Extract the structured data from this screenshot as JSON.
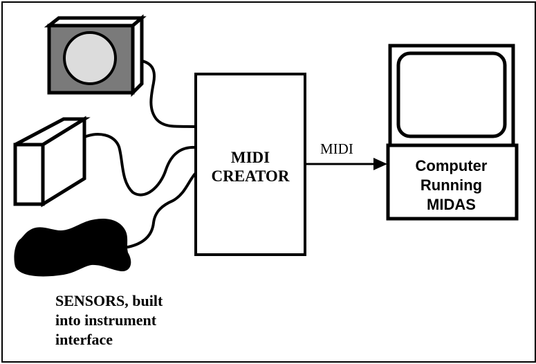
{
  "colors": {
    "line": "#000000",
    "background": "#ffffff",
    "sensor_box_fill": "#7a7a7a",
    "sensor_dial_fill": "#dcdcdc",
    "blob_fill": "#000000"
  },
  "midi_creator": {
    "line1": "MIDI",
    "line2": "CREATOR"
  },
  "arrow_label": "MIDI",
  "computer": {
    "line1": "Computer",
    "line2": "Running",
    "line3": "MIDAS"
  },
  "sensors_caption": {
    "line1": "SENSORS, built",
    "line2": "into instrument",
    "line3": "interface"
  },
  "icons": [
    "dial-sensor-icon",
    "block-sensor-icon",
    "blob-sensor-icon",
    "monitor-icon",
    "arrow-head-icon"
  ]
}
